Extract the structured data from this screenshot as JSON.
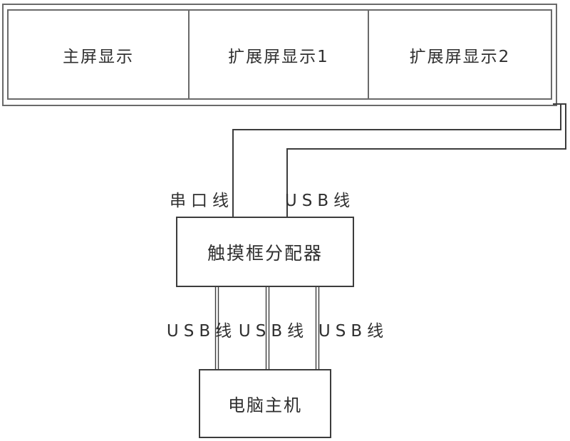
{
  "colors": {
    "background": "#ffffff",
    "frame": "#6a6a6a",
    "line": "#3c3c3c",
    "text": "#2f2f2f"
  },
  "monitor": {
    "screens": [
      {
        "label": "主屏显示"
      },
      {
        "label": "扩展屏显示1"
      },
      {
        "label": "扩展屏显示2"
      }
    ]
  },
  "cable_labels": {
    "serial": "串口线",
    "usb_top": "USB线",
    "usb_bottom": [
      "USB线",
      "USB线",
      "USB线"
    ]
  },
  "distributor": {
    "label": "触摸框分配器"
  },
  "computer": {
    "label": "电脑主机"
  }
}
